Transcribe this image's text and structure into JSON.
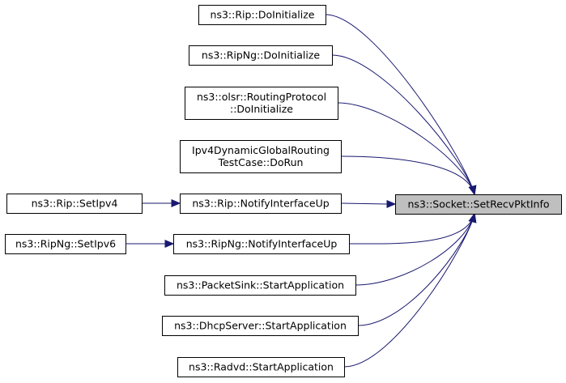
{
  "root": {
    "id": "n_root",
    "label": "ns3::Socket::SetRecvPktInfo"
  },
  "callers": [
    {
      "id": "n1",
      "lines": [
        "ns3::Rip::DoInitialize"
      ]
    },
    {
      "id": "n2",
      "lines": [
        "ns3::RipNg::DoInitialize"
      ]
    },
    {
      "id": "n3",
      "lines": [
        "ns3::olsr::RoutingProtocol",
        "::DoInitialize"
      ]
    },
    {
      "id": "n4",
      "lines": [
        "Ipv4DynamicGlobalRouting",
        "TestCase::DoRun"
      ]
    },
    {
      "id": "n5",
      "lines": [
        "ns3::Rip::NotifyInterfaceUp"
      ]
    },
    {
      "id": "n6",
      "lines": [
        "ns3::RipNg::NotifyInterfaceUp"
      ]
    },
    {
      "id": "n7",
      "lines": [
        "ns3::PacketSink::StartApplication"
      ]
    },
    {
      "id": "n8",
      "lines": [
        "ns3::DhcpServer::StartApplication"
      ]
    },
    {
      "id": "n9",
      "lines": [
        "ns3::Radvd::StartApplication"
      ]
    },
    {
      "id": "n10",
      "lines": [
        "ns3::Rip::SetIpv4"
      ]
    },
    {
      "id": "n11",
      "lines": [
        "ns3::RipNg::SetIpv6"
      ]
    }
  ],
  "edges": [
    {
      "from": "n1",
      "to": "n_root"
    },
    {
      "from": "n2",
      "to": "n_root"
    },
    {
      "from": "n3",
      "to": "n_root"
    },
    {
      "from": "n4",
      "to": "n_root"
    },
    {
      "from": "n5",
      "to": "n_root"
    },
    {
      "from": "n6",
      "to": "n_root"
    },
    {
      "from": "n7",
      "to": "n_root"
    },
    {
      "from": "n8",
      "to": "n_root"
    },
    {
      "from": "n9",
      "to": "n_root"
    },
    {
      "from": "n10",
      "to": "n5"
    },
    {
      "from": "n11",
      "to": "n6"
    }
  ],
  "colors": {
    "edge": "#191970",
    "root_fill": "#bfbfbf",
    "node_fill": "#ffffff",
    "border": "#000000"
  }
}
